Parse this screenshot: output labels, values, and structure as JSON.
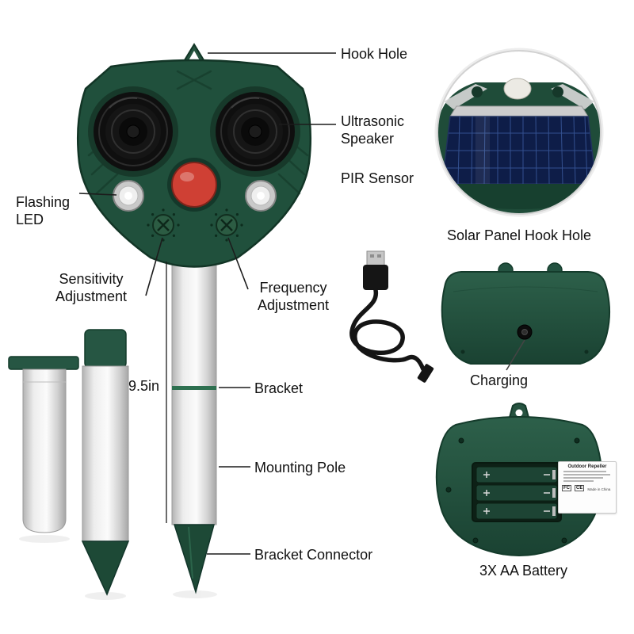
{
  "page": {
    "background": "#ffffff"
  },
  "annotations": {
    "hook_hole": "Hook Hole",
    "ultrasonic_speaker": "Ultrasonic Speaker",
    "pir_sensor": "PIR Sensor",
    "flashing_led": "Flashing LED",
    "sensitivity_adjustment": "Sensitivity Adjustment",
    "frequency_adjustment": "Frequency Adjustment",
    "pole_length": "9.5in",
    "bracket": "Bracket",
    "mounting_pole": "Mounting Pole",
    "bracket_connector": "Bracket Connector",
    "solar_panel_hook_hole": "Solar Panel Hook Hole",
    "charging": "Charging",
    "batteries": "3X AA Battery"
  },
  "battery_info_label": {
    "title": "Outdoor Repeller",
    "cert_fcc": "FC",
    "cert_ce": "CE",
    "made_in": "Made in China"
  },
  "colors": {
    "device_green": "#20503c",
    "device_green_dark": "#143b2b",
    "pir_red": "#cf4034",
    "solar_panel_blue": "#0e1d48",
    "pole_silver": "#e6e6e6",
    "label_text": "#111111"
  }
}
